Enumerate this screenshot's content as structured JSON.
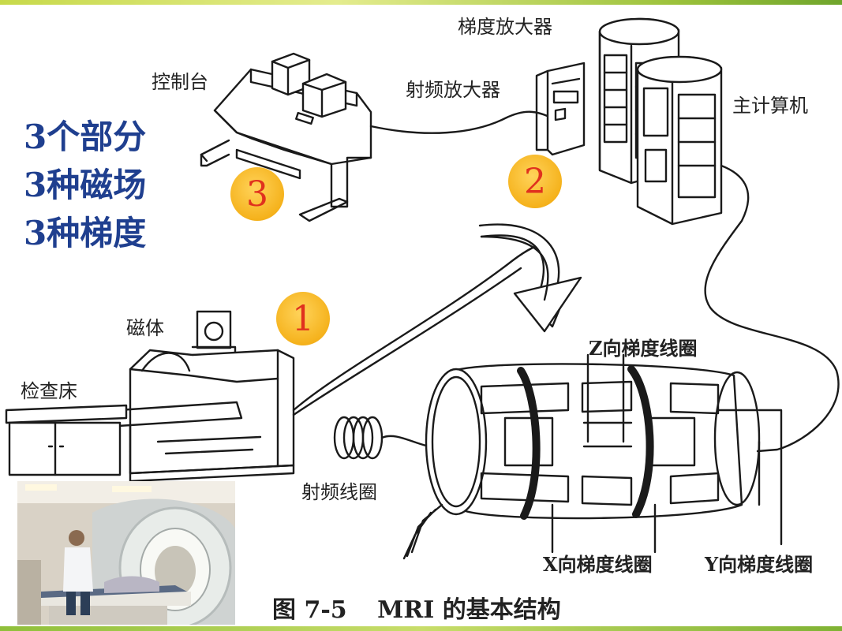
{
  "summary": {
    "line1": "3个部分",
    "line2": "3种磁场",
    "line3": "3种梯度"
  },
  "labels": {
    "gradient_amplifier": "梯度放大器",
    "console": "控制台",
    "rf_amplifier": "射频放大器",
    "host_computer": "主计算机",
    "magnet": "磁体",
    "exam_table": "检查床",
    "z_gradient_coil": "Z向梯度线圈",
    "rf_coil": "射频线圈",
    "x_gradient_coil": "X向梯度线圈",
    "y_gradient_coil": "Y向梯度线圈"
  },
  "badges": {
    "one": "1",
    "two": "2",
    "three": "3"
  },
  "caption": {
    "figure_number": "图 7-5",
    "title": "MRI 的基本结构"
  },
  "colors": {
    "summary_text": "#1f3f8f",
    "badge_fill": "#f5b21c",
    "badge_number": "#e0311e",
    "top_bar": "#c7d94a"
  }
}
